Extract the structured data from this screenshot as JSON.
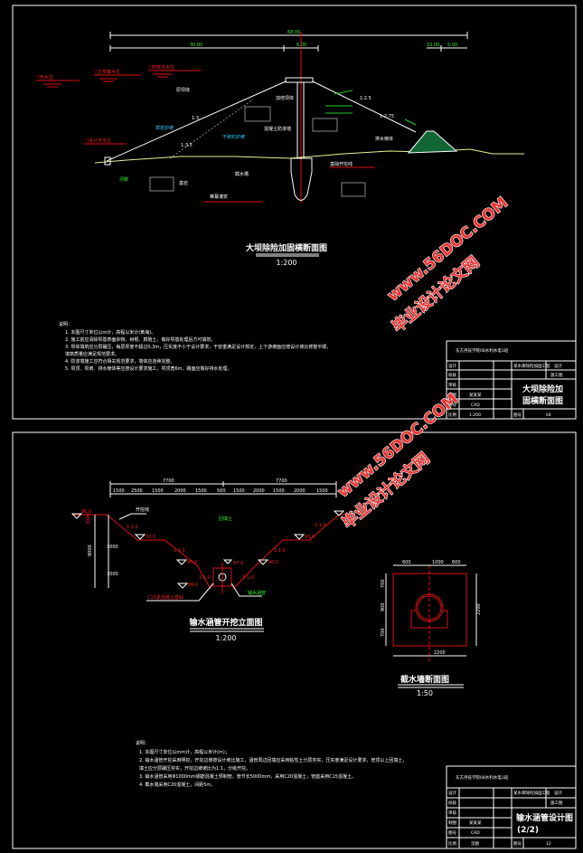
{
  "sheet1": {
    "drawing_title": "大坝除险加固横断面图",
    "drawing_scale": "1:200",
    "labels": {
      "total_width": "68.00",
      "upstream_width": "30.00",
      "crest_width": "6.00",
      "downstream_1": "10.00",
      "downstream_2": "5.00",
      "water_level_1": "▽死水位",
      "water_level_2": "▽正常蓄水位",
      "water_level_3": "▽校核洪水位",
      "flood_level": "▽设计洪水位",
      "slope_up_1": "1:3",
      "slope_up_2": "1:3.5",
      "slope_down_1": "1:2.5",
      "slope_down_2": "1:2.75",
      "core_wall": "混凝土防渗墙",
      "cutoff": "截水槽",
      "foundation": "基础开挖线",
      "grouting": "帷幕灌浆",
      "berm": "排水棱体",
      "old_dam": "原坝体",
      "new_fill": "加培坝体",
      "bedrock": "基岩",
      "riprap": "干砌石护坡",
      "grass": "草皮护坡",
      "toe": "坝脚"
    },
    "notes_title": "说明：",
    "notes": [
      "1. 本图尺寸单位以m计，高程以米计(黄海)。",
      "2. 施工前应清除坝基表面杂物、树根、腐殖土，做好坝基处理后方可填筑。",
      "3. 坝体填筑应分层碾压，每层厚度不超过0.3m，压实度不小于设计要求，干容重满足设计规定，上下游坡面应按设计坡比修整平顺，",
      "   填筑质量应满足规范要求。",
      "4. 防渗墙施工应符合相关规范要求，墙体应连续完整。",
      "5. 坝顶、坝坡、排水棱体等应按设计要求施工，坝顶宽6m，路面应做好排水处理。"
    ],
    "title_block": {
      "school": "东方月技学院08水利水电1班",
      "project": "某水库除险加固工程",
      "stage": "设计",
      "rows": [
        "设计",
        "校核",
        "审核",
        "制图",
        "图号",
        "比例"
      ],
      "designer": "某某某",
      "tool": "CAD",
      "scale": "1:200",
      "drawing_no": "04",
      "sheet_label": "图号",
      "part": "施工图",
      "drawing_name_1": "大坝除险加",
      "drawing_name_2": "固横断面图"
    }
  },
  "sheet2": {
    "elevation_title": "输水涵管开挖立面图",
    "elevation_scale": "1:200",
    "section_title": "截水墙断面图",
    "section_scale": "1:50",
    "dims_top": [
      "7700",
      "7700"
    ],
    "dims_sub": [
      "1500",
      "2500",
      "1500",
      "2000",
      "1500",
      "500",
      "1500",
      "2000",
      "1500",
      "2000",
      "1500"
    ],
    "elevations": [
      "96.0",
      "93.0",
      "90.0",
      "87.0",
      "90.0",
      "93.0",
      "96.0",
      "86.0"
    ],
    "slopes": [
      "1:1.0",
      "1:1.0",
      "1:1.0",
      "1:1.0",
      "1:1.0",
      "1:1.0"
    ],
    "left_dims": [
      "3000",
      "9000",
      "3000",
      "3000"
    ],
    "pipe_label": "输水涵管",
    "backfill_label": "回填土",
    "excavation_label": "开挖线",
    "base_label": "C15素混凝土基础",
    "wall_dims_top": [
      "600",
      "1000",
      "600"
    ],
    "wall_dims_left": [
      "700",
      "900",
      "700"
    ],
    "wall_width": "2200",
    "wall_height": "2200",
    "notes_title": "说明：",
    "notes": [
      "1. 本图尺寸单位以mm计，高程以米计(m)；",
      "2. 输水涵管开挖采用明挖，开挖边坡按设计坡比施工，涵管周边回填应采用粘性土分层夯实，压实度满足设计要求，管顶以上回填土，",
      "   填土应分层碾压夯实，开挖边坡坡比为1:1，分级开挖。",
      "3. 输水涵管采用Φ1000mm钢筋混凝土预制管，管节长5000mm，采用C20混凝土，管座采用C15混凝土。",
      "4. 截水墙采用C20混凝土，间距5m。"
    ],
    "title_block": {
      "school": "东方月技学院08水利水电1班",
      "project": "某水库除险加固工程",
      "stage": "设计",
      "rows": [
        "设计",
        "校核",
        "审核",
        "制图",
        "图号",
        "比例"
      ],
      "designer": "某某某",
      "tool": "CAD",
      "scale": "见图",
      "drawing_no": "12",
      "sheet_label": "图号",
      "part": "施工图",
      "drawing_name_1": "输水涵管设计图",
      "drawing_name_2": "(2/2)"
    }
  },
  "watermark": {
    "line1": "毕业设计论文网",
    "line2": "www.56DOC.COM"
  }
}
